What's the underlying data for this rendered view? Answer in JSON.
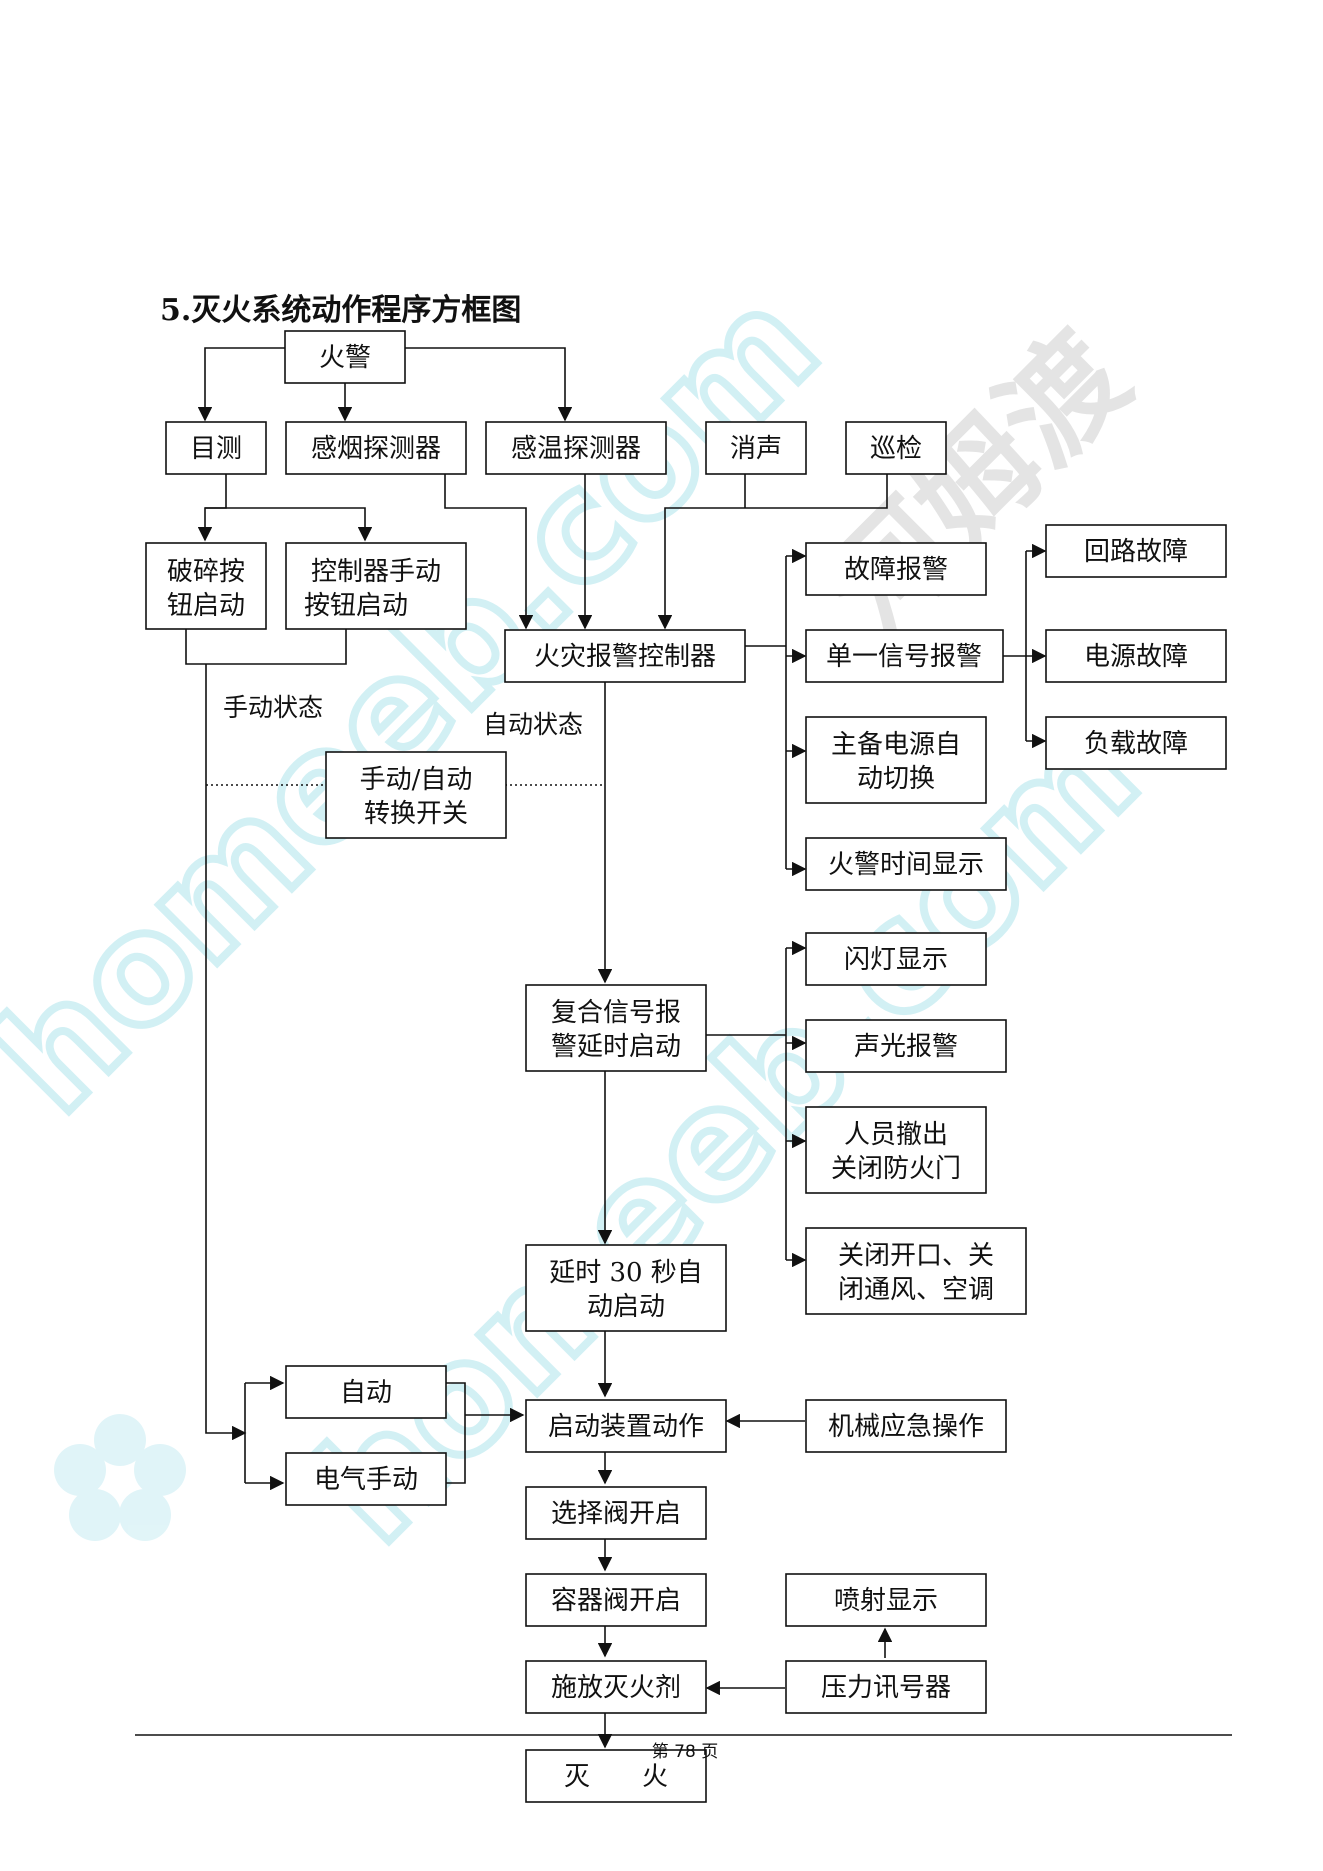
{
  "title": "5.灭火系统动作程序方框图",
  "nodes": {
    "fire_alarm": "火警",
    "visual": "目测",
    "smoke": "感烟探测器",
    "temp": "感温探测器",
    "silence": "消声",
    "patrol": "巡检",
    "break_btn": [
      "破碎按",
      "钮启动"
    ],
    "ctrl_btn": [
      "控制器手动",
      "按钮启动"
    ],
    "controller": "火灾报警控制器",
    "fault_alarm": "故障报警",
    "single_alarm": "单一信号报警",
    "power_switch": [
      "主备电源自",
      "动切换"
    ],
    "time_display": "火警时间显示",
    "loop_fault": "回路故障",
    "power_fault": "电源故障",
    "load_fault": "负载故障",
    "mode_switch": [
      "手动/自动",
      "转换开关"
    ],
    "composite": [
      "复合信号报",
      "警延时启动"
    ],
    "flash": "闪灯显示",
    "sound_light": "声光报警",
    "evacuate": [
      "人员撤出",
      "关闭防火门"
    ],
    "close_vent": [
      "关闭开口、关",
      "闭通风、空调"
    ],
    "delay30": [
      "延时 30 秒自",
      "动启动"
    ],
    "auto": "自动",
    "elec_manual": "电气手动",
    "start_device": "启动装置动作",
    "mech_emergency": "机械应急操作",
    "select_valve": "选择阀开启",
    "container_valve": "容器阀开启",
    "spray_display": "喷射显示",
    "pressure_signal": "压力讯号器",
    "release_agent": "施放灭火剂",
    "extinguish": "灭　　火"
  },
  "labels": {
    "manual_state": "手动状态",
    "auto_state": "自动状态"
  },
  "footer": "第 78 页",
  "watermark": {
    "text_en": "homeeb.com",
    "text_cn": "河姆渡",
    "color": "#bfeaf0"
  }
}
